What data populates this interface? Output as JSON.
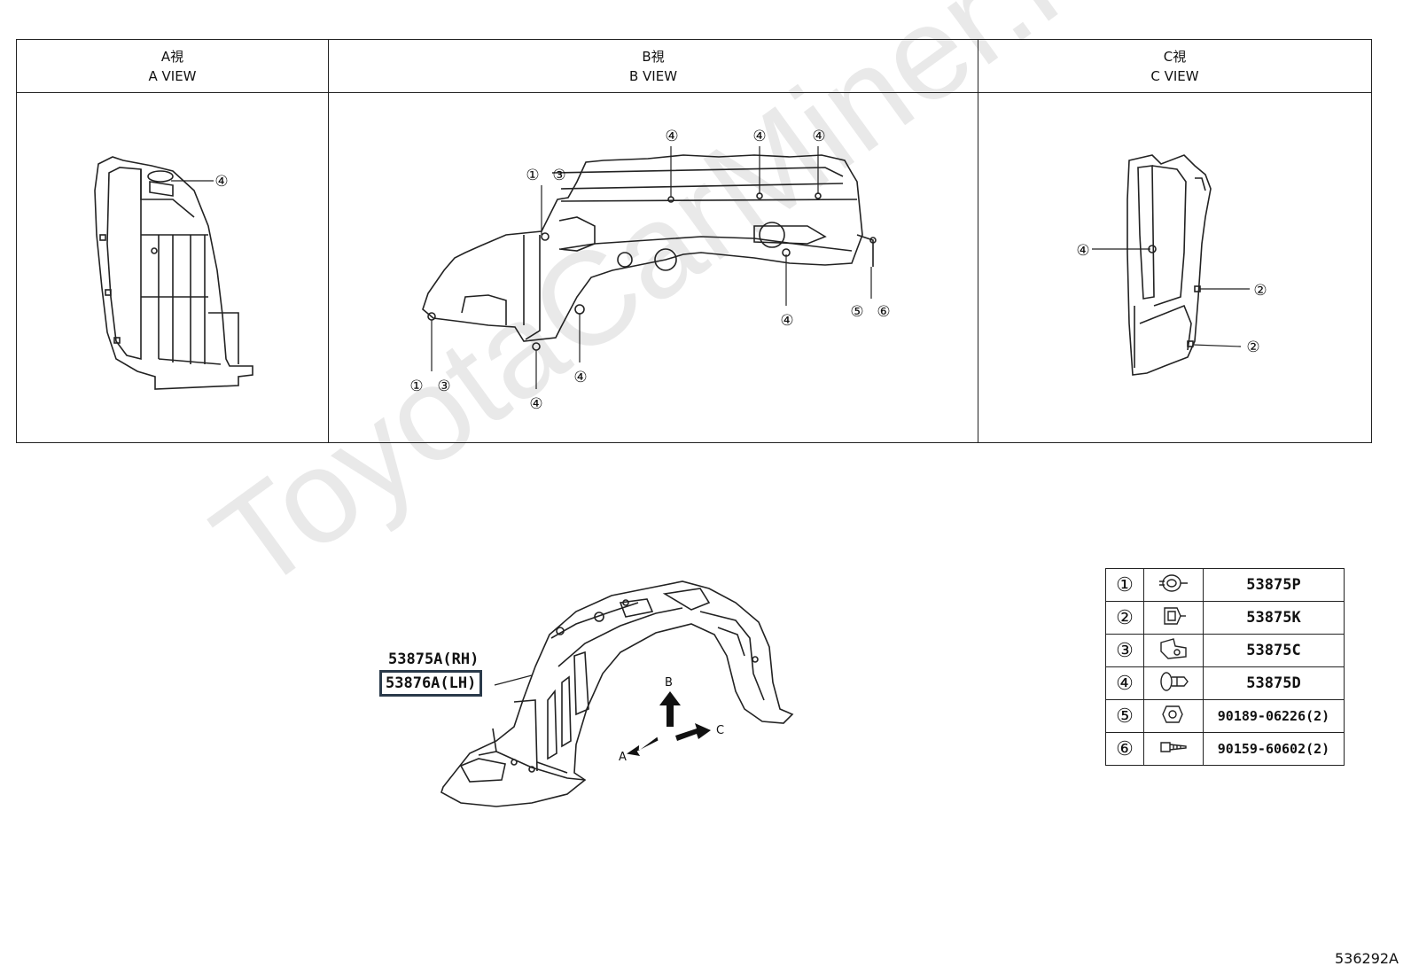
{
  "views": [
    {
      "jp": "A視",
      "en": "A VIEW"
    },
    {
      "jp": "B視",
      "en": "B VIEW"
    },
    {
      "jp": "C視",
      "en": "C VIEW"
    }
  ],
  "callouts": {
    "a_view": [
      "④"
    ],
    "b_view": [
      "④",
      "④",
      "④",
      "①",
      "③",
      "④",
      "⑤",
      "⑥",
      "①",
      "③",
      "④",
      "④"
    ],
    "c_view": [
      "④",
      "②",
      "②"
    ]
  },
  "main_part": {
    "rh": "53875A(RH)",
    "lh": "53876A(LH)",
    "directions": [
      "A",
      "B",
      "C"
    ]
  },
  "legend": [
    {
      "num": "①",
      "part": "53875P",
      "icon": "screw-grommet-icon"
    },
    {
      "num": "②",
      "part": "53875K",
      "icon": "clip-icon"
    },
    {
      "num": "③",
      "part": "53875C",
      "icon": "nut-clip-icon"
    },
    {
      "num": "④",
      "part": "53875D",
      "icon": "push-clip-icon"
    },
    {
      "num": "⑤",
      "part": "90189-06226(2)",
      "icon": "nut-icon"
    },
    {
      "num": "⑥",
      "part": "90159-60602(2)",
      "icon": "screw-icon"
    }
  ],
  "watermark": "ToyotaCarMiner.ru",
  "ref_code": "536292A"
}
